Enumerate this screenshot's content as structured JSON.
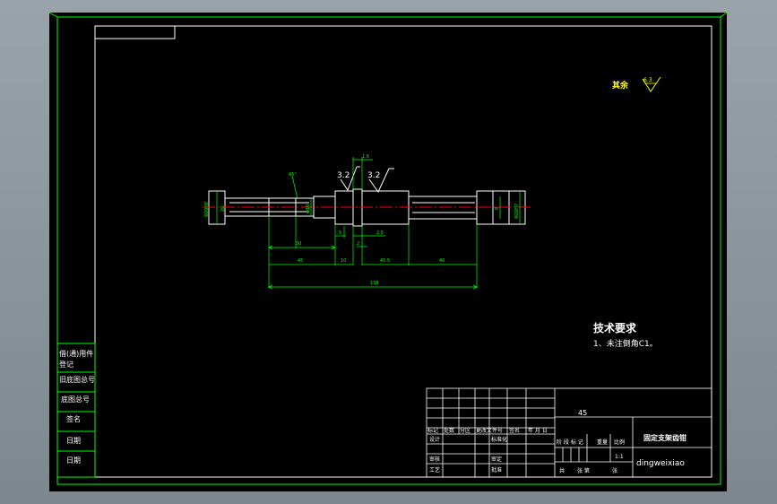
{
  "colors": {
    "background": "#000000",
    "frame": "#00ff00",
    "part": "#ffffff",
    "dimension": "#00ff00",
    "centerline": "#ff0000",
    "roughness_note": "#ffff00",
    "chrome": "#8a949c"
  },
  "roughness_note": {
    "text": "其余",
    "symbol_value": "6.3"
  },
  "surface_marks": [
    "3.2",
    "3.2"
  ],
  "shaft_dims": {
    "left_dia": "Φ20H7",
    "right_dia": "Φ20H7",
    "small_dia": "Φ10",
    "top_small": "1.6",
    "chamfer": "45°",
    "d_30": "30",
    "d_5": "5",
    "d_2": "2",
    "d_25": "2.5",
    "d_45": "45",
    "d_10": "10",
    "d_10b": "10",
    "d_455": "45.5",
    "d_40": "40",
    "total": "138",
    "d_20": "20",
    "d_8": "8"
  },
  "tech_req": {
    "title": "技术要求",
    "line1": "1、未注倒角C1。"
  },
  "side_table": [
    "借(通)用件",
    "登记",
    "旧底图总号",
    "底图总号",
    "签名",
    "日期",
    "日期"
  ],
  "title_block": {
    "material": "45",
    "part_name": "固定支架齿钳",
    "drawing_no": "dingweixiao",
    "scale": "1:1",
    "headers": [
      "标记",
      "处数",
      "分区",
      "更改文件号",
      "签名",
      "年 月 日"
    ],
    "row_design": [
      "设计",
      "",
      "",
      "标准化",
      "",
      ""
    ],
    "row_check": [
      "审核",
      "",
      "",
      "审定",
      "",
      ""
    ],
    "row_process": [
      "工艺",
      "",
      "",
      "批准",
      "",
      ""
    ],
    "stage_labels": [
      "阶 段 标 记",
      "重量",
      "比例"
    ],
    "sheet_labels": [
      "共",
      "张 第",
      "张"
    ]
  }
}
